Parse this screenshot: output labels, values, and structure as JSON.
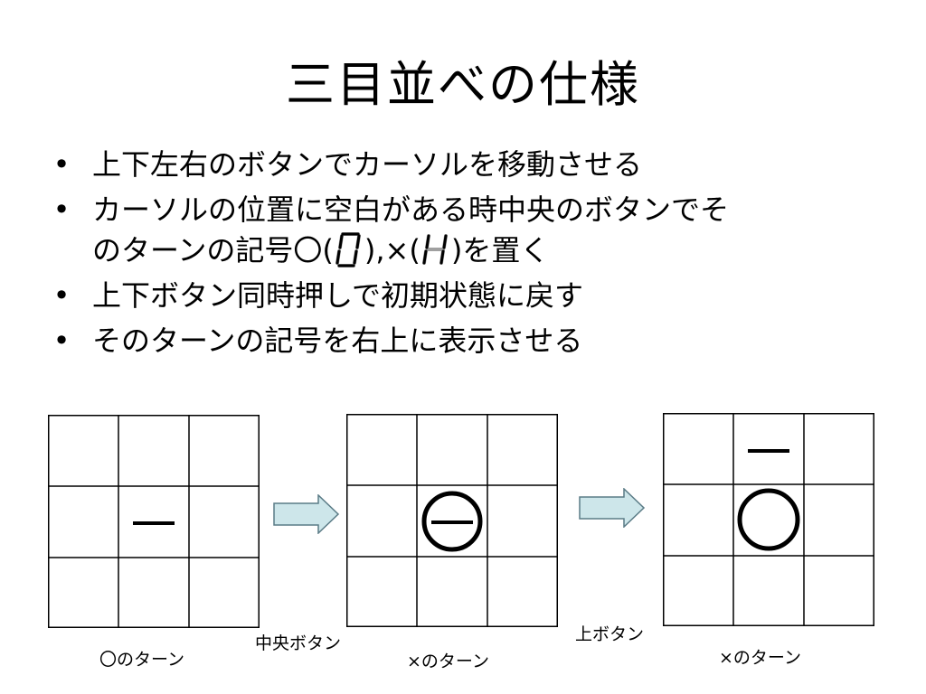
{
  "slide": {
    "title": "三目並べの仕様",
    "bullets": {
      "b1": "上下左右のボタンでカーソルを移動させる",
      "b2_line1": "カーソルの位置に空白がある時中央のボタンでそ",
      "b2_line2_pre": "のターンの記号〇(",
      "b2_line2_mid": "),×(",
      "b2_line2_post": ")を置く",
      "b3": "上下ボタン同時押しで初期状態に戻す",
      "b4": "そのターンの記号を右上に表示させる"
    },
    "bullet_glyph": "•",
    "digit_icons": [
      "seven-segment-o-icon",
      "seven-segment-x-icon"
    ]
  },
  "diagram": {
    "boards": [
      {
        "caption": "〇のターン",
        "cursor_cell": "center",
        "mark": "none"
      },
      {
        "caption": "×のターン",
        "cursor_cell": "center",
        "mark": "circle"
      },
      {
        "caption": "×のターン",
        "cursor_cell": "top-center",
        "mark": "circle"
      }
    ],
    "arrows": [
      {
        "label": "中央ボタン"
      },
      {
        "label": "上ボタン"
      }
    ],
    "colors": {
      "arrow_fill": "#cde6ea",
      "arrow_stroke": "#5a7b86",
      "digit_stroke": "#a0a0a0",
      "grid_line": "#000000"
    }
  }
}
